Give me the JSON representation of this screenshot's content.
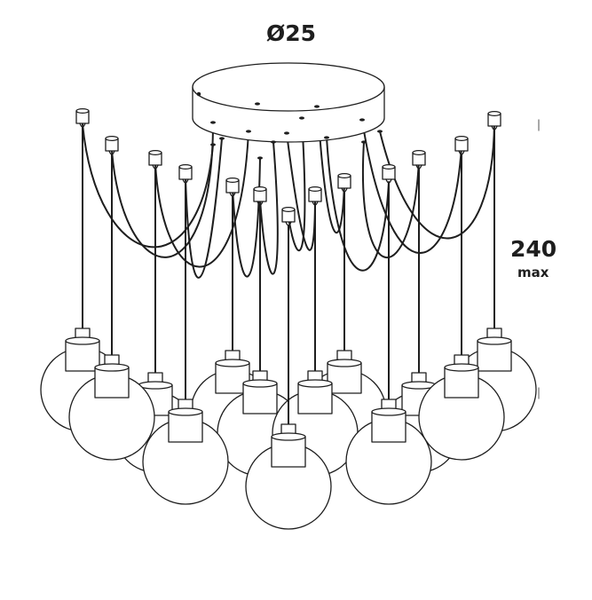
{
  "diagram": {
    "diameter_label": "Ø25",
    "height_value": "240",
    "height_unit": "max"
  },
  "colors": {
    "line": "#1e1e1e",
    "background": "#ffffff"
  }
}
